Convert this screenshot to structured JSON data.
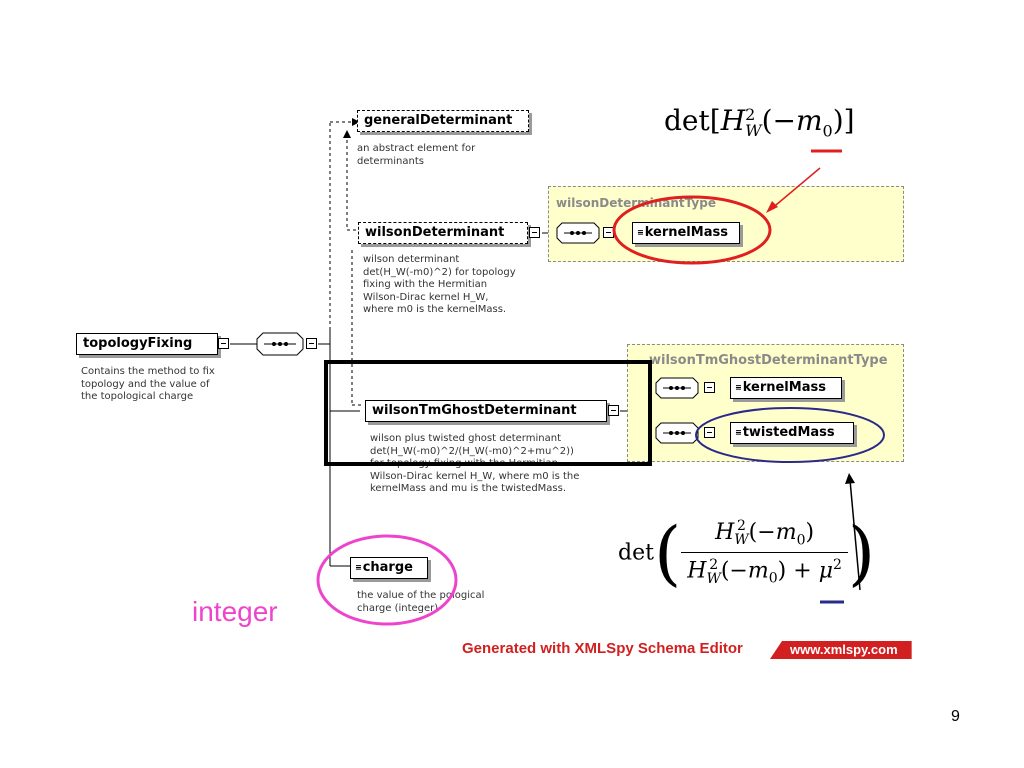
{
  "elements": {
    "general_determinant": "generalDeterminant",
    "general_determinant_desc": [
      "an abstract element for",
      "determinants"
    ],
    "wilson_determinant": "wilsonDeterminant",
    "wilson_determinant_desc": [
      "wilson determinant",
      "det(H_W(-m0)^2) for topology",
      "fixing with the Hermitian",
      "Wilson-Dirac kernel H_W,",
      "where m0 is the kernelMass."
    ],
    "kernel_mass": "kernelMass",
    "topology_fixing": "topologyFixing",
    "topology_fixing_desc": [
      "Contains the method to fix",
      "topology and the value of",
      "the topological charge"
    ],
    "wilson_tm_ghost": "wilsonTmGhostDeterminant",
    "wilson_tm_ghost_desc": [
      "wilson plus twisted ghost determinant",
      "det(H_W(-m0)^2/(H_W(-m0)^2+mu^2))",
      "for topology fixing with the Hermitian",
      "Wilson-Dirac kernel H_W, where m0 is the",
      "kernelMass and mu is the twistedMass."
    ],
    "twisted_mass": "twistedMass",
    "charge": "charge",
    "charge_desc": [
      "the value of the pological",
      "charge (integer)"
    ]
  },
  "types": {
    "wilson_determinant_type": "wilsonDeterminantType",
    "wilson_tm_ghost_type": "wilsonTmGhostDeterminantType"
  },
  "annotations": {
    "integer_label": "integer",
    "formula_top": {
      "det": "det",
      "H": "H",
      "sup": "2",
      "sub": "W",
      "m": "m",
      "m_sub": "0"
    },
    "formula_bottom": {
      "det": "det",
      "H": "H",
      "sup": "2",
      "sub": "W",
      "m": "m",
      "m_sub": "0",
      "plus": "+",
      "mu": "μ",
      "mu_sup": "2"
    }
  },
  "footer": {
    "generated": "Generated with XMLSpy Schema Editor",
    "site": "www.xmlspy.com"
  },
  "page_number": "9",
  "colors": {
    "type_fill": "#ffffcc",
    "red_annotation": "#e02020",
    "pink_annotation": "#ee44cc",
    "blue_annotation": "#2a2a8a",
    "footer_red": "#d22020"
  }
}
